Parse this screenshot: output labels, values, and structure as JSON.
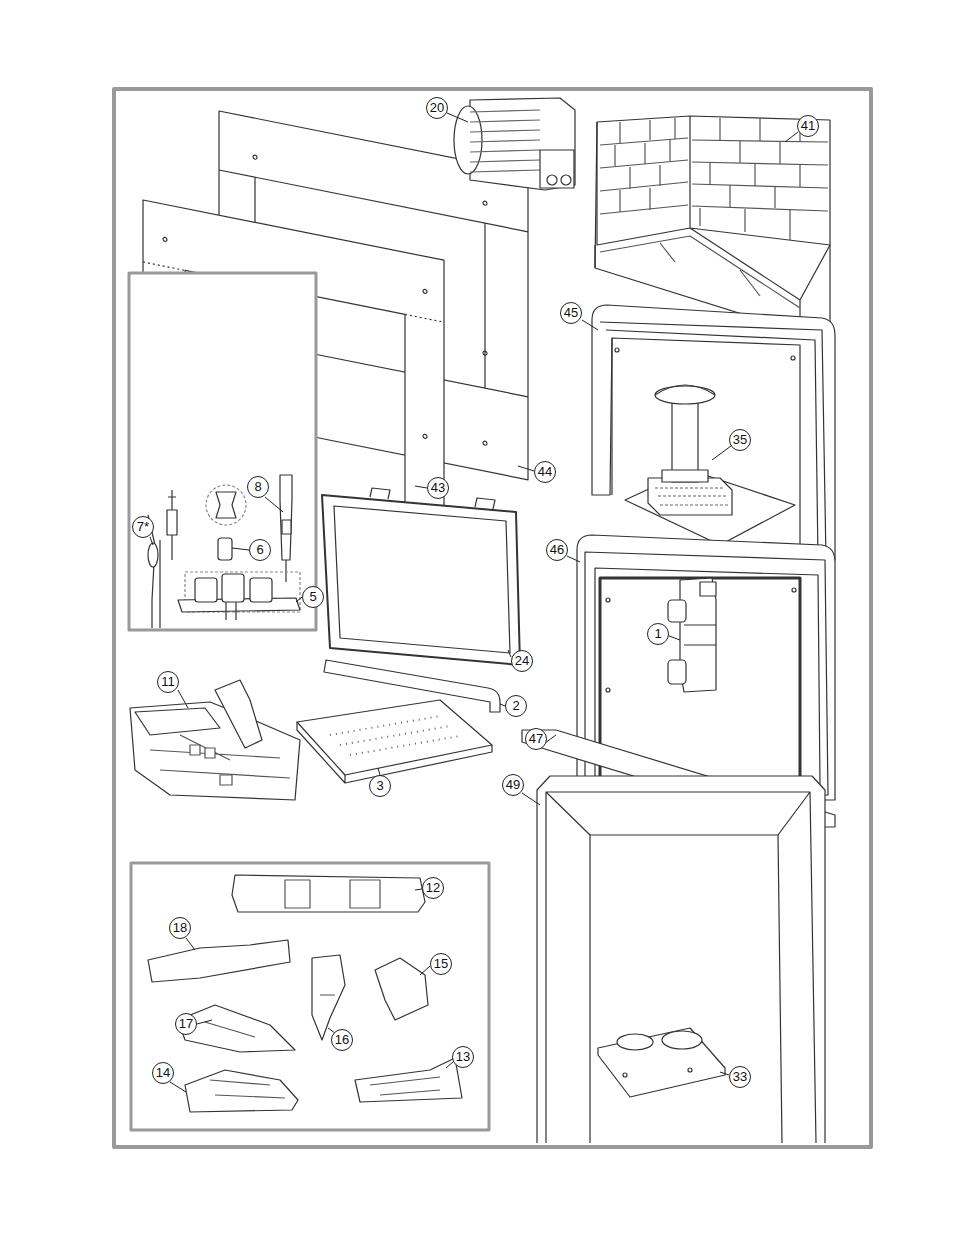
{
  "diagram": {
    "labels": [
      "20",
      "41",
      "45",
      "35",
      "44",
      "43",
      "8",
      "7*",
      "6",
      "5",
      "46",
      "1",
      "24",
      "11",
      "2",
      "3",
      "47",
      "49",
      "12",
      "18",
      "15",
      "17",
      "16",
      "13",
      "14",
      "33"
    ]
  }
}
